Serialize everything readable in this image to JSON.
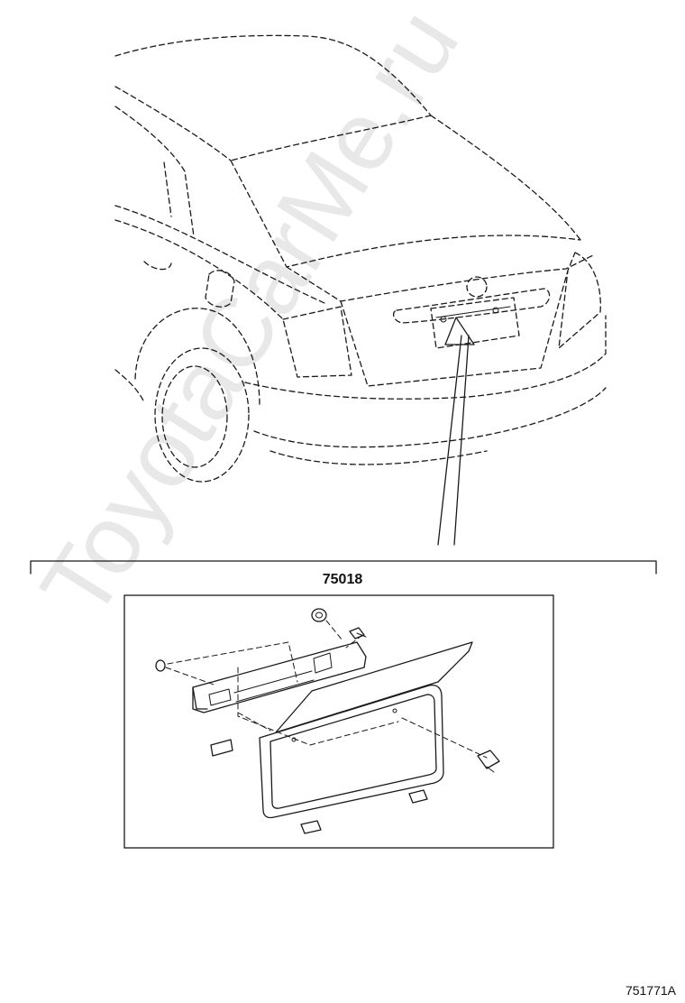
{
  "diagram": {
    "part_number": "75018",
    "diagram_id": "751771A",
    "watermark": "ToyotaCarMe.ru"
  }
}
